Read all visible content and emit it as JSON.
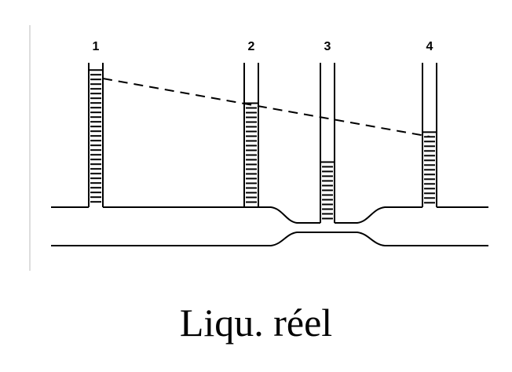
{
  "tubes": [
    {
      "label": "1",
      "liquid_level": 0.95
    },
    {
      "label": "2",
      "liquid_level": 0.72
    },
    {
      "label": "3",
      "liquid_level": 0.38
    },
    {
      "label": "4",
      "liquid_level": 0.52
    }
  ],
  "caption": "Liqu. réel",
  "colors": {
    "ink": "#000000",
    "background": "#ffffff"
  }
}
